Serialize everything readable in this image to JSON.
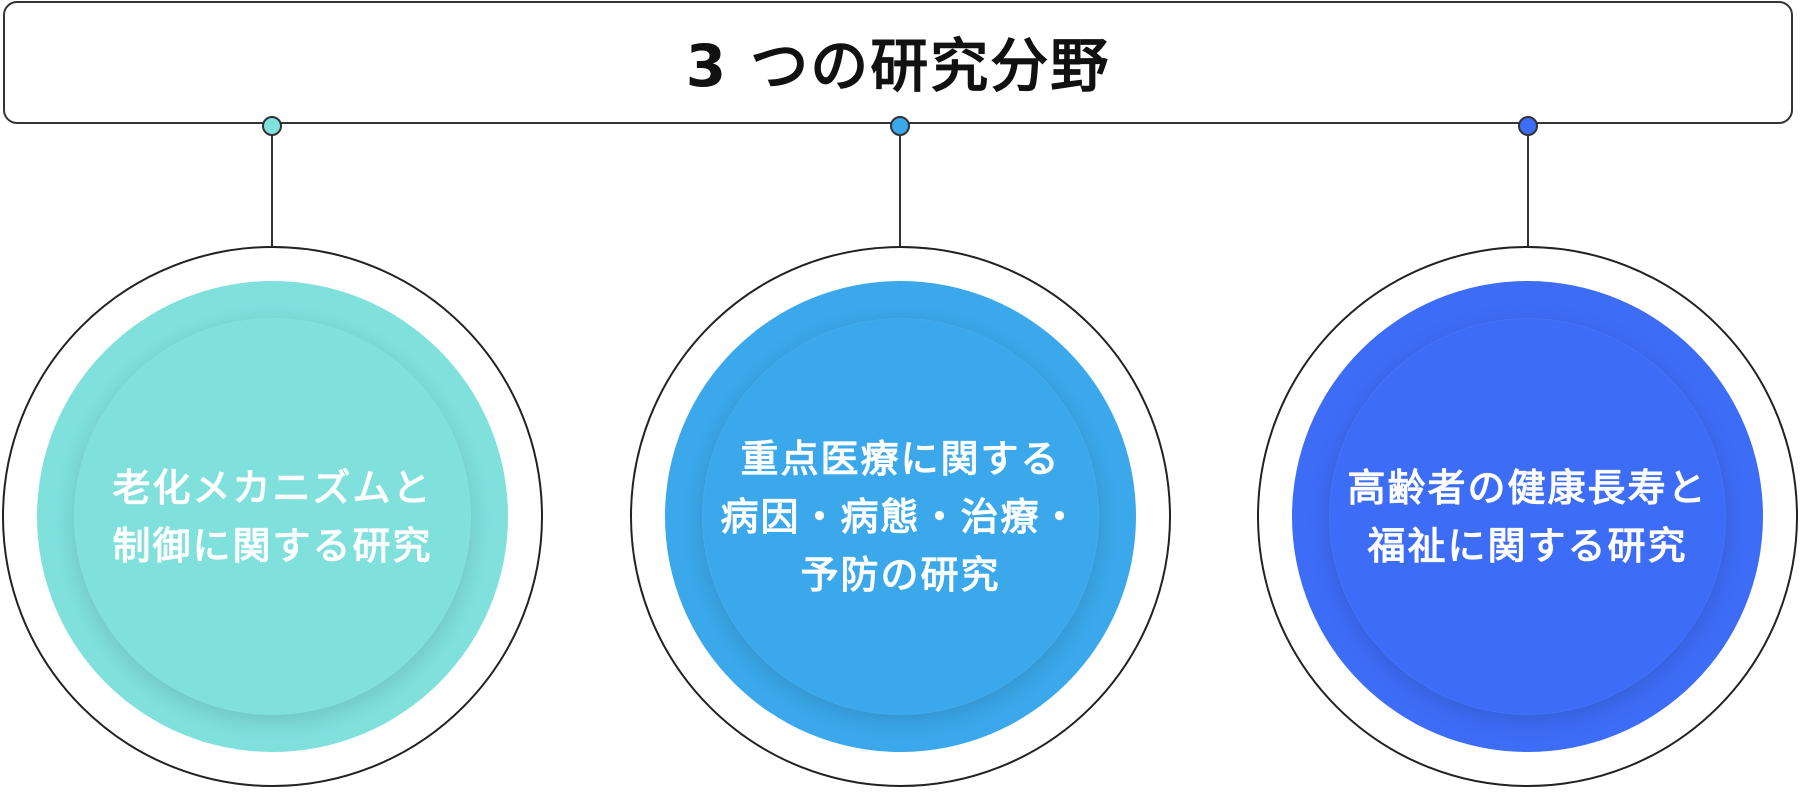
{
  "title": "3 つの研究分野",
  "areas": [
    {
      "lines": [
        "老化メカニズムと",
        "制御に関する研究"
      ],
      "color": "#7fe0dc"
    },
    {
      "lines": [
        "重点医療に関する",
        "病因・病態・治療・",
        "予防の研究"
      ],
      "color": "#3aa8ea"
    },
    {
      "lines": [
        "高齢者の健康長寿と",
        "福祉に関する研究"
      ],
      "color": "#3d6cf6"
    }
  ]
}
